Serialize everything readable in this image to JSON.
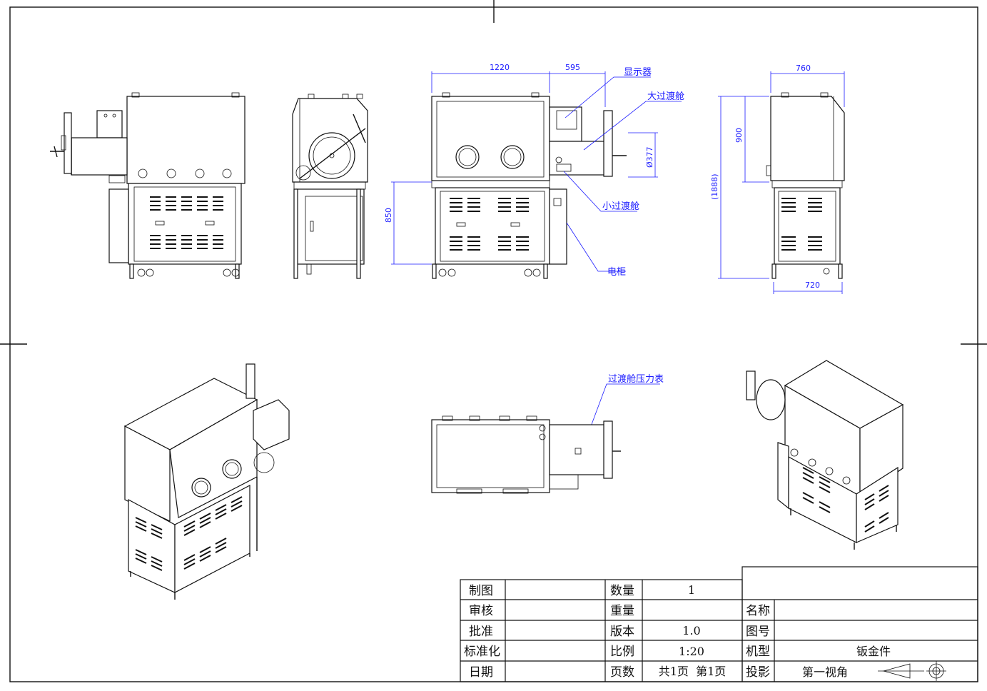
{
  "dimensions": {
    "width_1220": "1220",
    "width_595": "595",
    "width_760": "760",
    "width_720": "720",
    "height_900": "900",
    "height_1888": "(1888)",
    "height_850": "850",
    "dia_377": "Ø377"
  },
  "callouts": {
    "display": "显示器",
    "large_chamber": "大过渡舱",
    "small_chamber": "小过渡舱",
    "cabinet": "电柜",
    "gauge": "过渡舱压力表"
  },
  "title_block": {
    "left_labels": [
      "制图",
      "审核",
      "批准",
      "标准化",
      "日期"
    ],
    "mid_labels": [
      "数量",
      "重量",
      "版本",
      "比例",
      "页数"
    ],
    "mid_values": [
      "1",
      "",
      "1.0",
      "1:20",
      "共1页  第1页"
    ],
    "right_labels": [
      "名称",
      "图号",
      "机型",
      "投影"
    ],
    "right_values": [
      "",
      "",
      "钣金件",
      "第一视角"
    ]
  }
}
